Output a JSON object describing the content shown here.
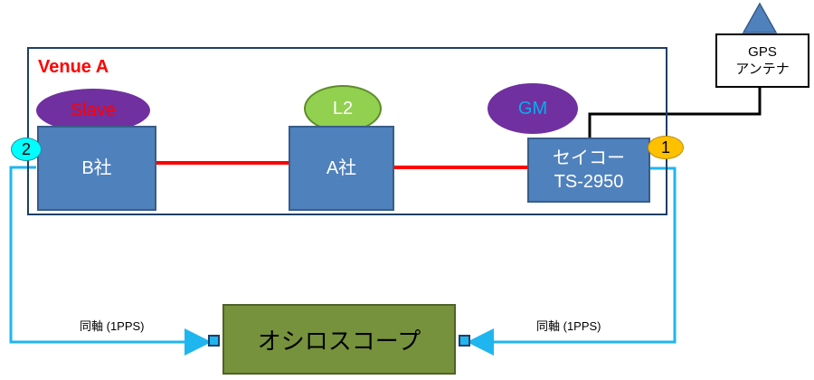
{
  "venue": {
    "label": "Venue A"
  },
  "nodes": {
    "b": {
      "label": "B社"
    },
    "a": {
      "label": "A社"
    },
    "seiko": {
      "line1": "セイコー",
      "line2": "TS-2950"
    }
  },
  "roles": {
    "slave": {
      "label": "Slave",
      "color": "#7030a0",
      "text_color": "#ff0000"
    },
    "l2": {
      "label": "L2",
      "color": "#92d050",
      "text_color": "#ffffff"
    },
    "gm": {
      "label": "GM",
      "color": "#7030a0",
      "text_color": "#00b0f0"
    }
  },
  "ports": {
    "p1": {
      "label": "1",
      "color": "#ffc000"
    },
    "p2": {
      "label": "2",
      "color": "#00ffff"
    }
  },
  "gps": {
    "line1": "GPS",
    "line2": "アンテナ"
  },
  "scope": {
    "label": "オシロスコープ"
  },
  "links": {
    "coax_left": "同軸 (1PPS)",
    "coax_right": "同軸 (1PPS)"
  },
  "colors": {
    "ptp_link": "#ff0000",
    "coax": "#1fb6f0",
    "gps_cable": "#000000"
  }
}
